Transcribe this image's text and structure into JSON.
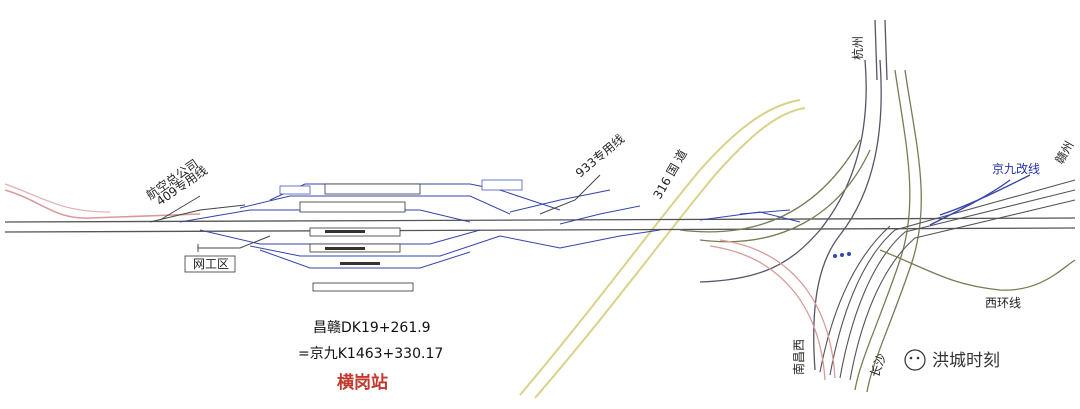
{
  "labels": {
    "line_hangzhou": "杭州",
    "line_ganzhou": "赣州",
    "line_jingjiu_gai": "京九改线",
    "line_xihuan": "西环线",
    "line_nanchangxi": "南昌西",
    "line_changsha": "长沙",
    "gongwuqu": "网工区",
    "hangkong_siding": "航空总公司\n409专用线",
    "siding_933": "933专用线",
    "sg316": "316 国 道",
    "mileage_1": "昌赣DK19+261.9",
    "mileage_2": "=京九K1463+330.17",
    "station_name": "横岗站",
    "watermark": "洪城时刻"
  }
}
